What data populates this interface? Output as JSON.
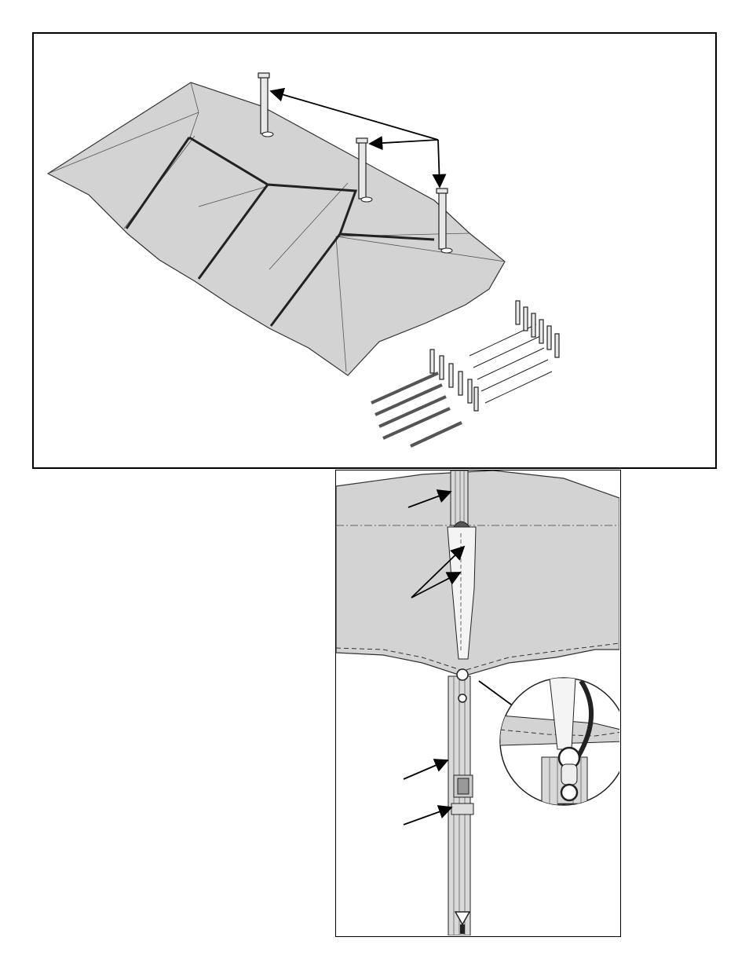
{
  "figure": {
    "top_panel": "tent-canopy-layout",
    "bottom_panel": "pole-strap-ratchet-detail"
  },
  "colors": {
    "canvas": "#d3d3d3",
    "outline": "#222222",
    "background": "#ffffff"
  },
  "icons": [
    "arrow",
    "side-pole",
    "stake",
    "ratchet",
    "ring",
    "d-ring"
  ]
}
